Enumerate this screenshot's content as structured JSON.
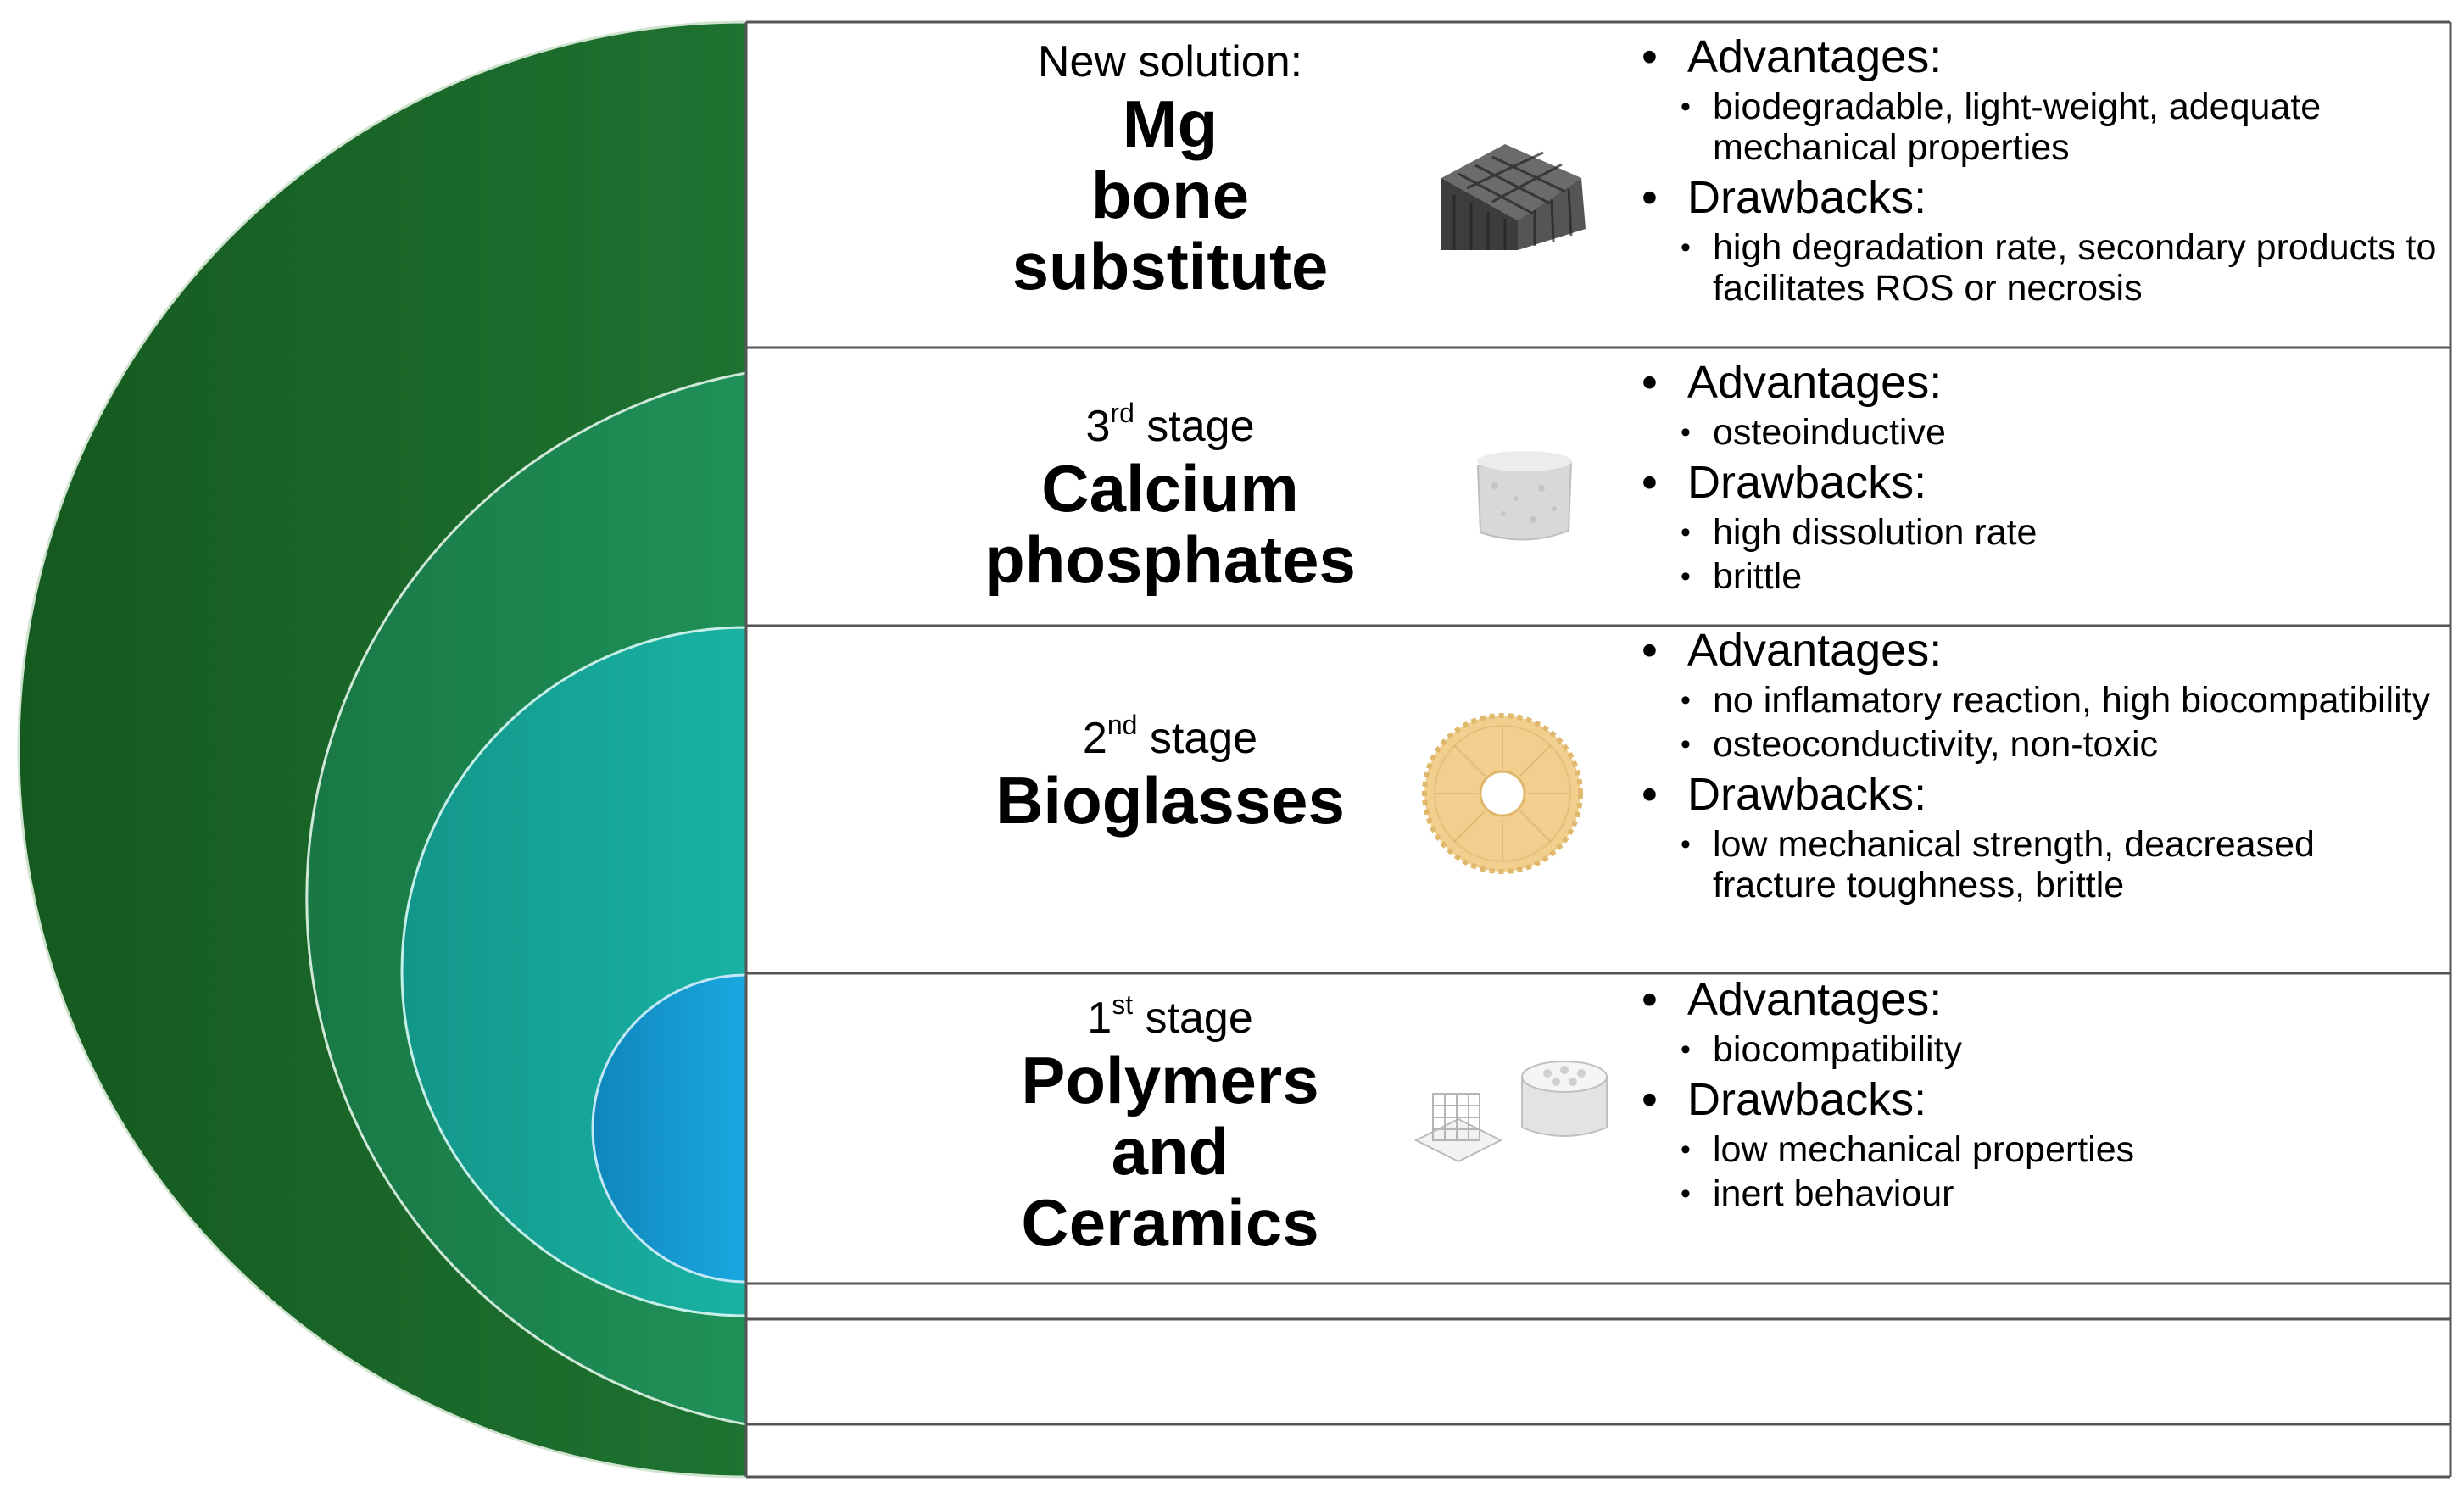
{
  "colors": {
    "ring_outer": "#1b6a2a",
    "ring_second": "#1c8750",
    "ring_third": "#16a99a",
    "ring_inner": "#129ad2",
    "line": "#555555"
  },
  "rows": [
    {
      "label_prefix": "New solution:",
      "label_sup": "",
      "label_suffix": "",
      "name_lines": [
        "Mg",
        "bone",
        "substitute"
      ],
      "image_icon": "porous-magnesium-cube-icon",
      "advantages_heading": "Advantages:",
      "advantages": [
        "biodegradable, light-weight, adequate mechanical properties"
      ],
      "drawbacks_heading": "Drawbacks:",
      "drawbacks": [
        "high degradation rate, secondary products to facilitates ROS or necrosis"
      ]
    },
    {
      "label_prefix": "3",
      "label_sup": "rd",
      "label_suffix": " stage",
      "name_lines": [
        "Calcium",
        "phosphates"
      ],
      "image_icon": "calcium-phosphate-scaffold-icon",
      "advantages_heading": "Advantages:",
      "advantages": [
        "osteoinductive"
      ],
      "drawbacks_heading": "Drawbacks:",
      "drawbacks": [
        "high dissolution rate",
        "brittle"
      ]
    },
    {
      "label_prefix": "2",
      "label_sup": "nd",
      "label_suffix": " stage",
      "name_lines": [
        "Bioglasses"
      ],
      "image_icon": "bioglass-ring-scaffold-icon",
      "advantages_heading": "Advantages:",
      "advantages": [
        "no inflamatory reaction, high biocompatibility",
        "osteoconductivity, non-toxic"
      ],
      "drawbacks_heading": "Drawbacks:",
      "drawbacks": [
        "low mechanical strength, deacreased fracture toughness, brittle"
      ]
    },
    {
      "label_prefix": "1",
      "label_sup": "st",
      "label_suffix": " stage",
      "name_lines": [
        "Polymers",
        "and",
        "Ceramics"
      ],
      "image_icon": "polymer-ceramic-scaffolds-icon",
      "advantages_heading": "Advantages:",
      "advantages": [
        "biocompatibility"
      ],
      "drawbacks_heading": "Drawbacks:",
      "drawbacks": [
        "low mechanical properties",
        "inert behaviour"
      ]
    }
  ]
}
